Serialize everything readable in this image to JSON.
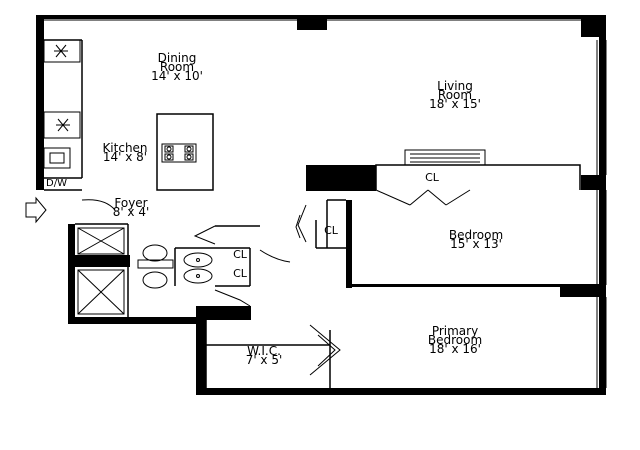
{
  "rooms": {
    "dining": {
      "name_1": "Dining",
      "name_2": "Room",
      "size": "14' x 10'"
    },
    "living": {
      "name_1": "Living",
      "name_2": "Room",
      "size": "18' x 15'"
    },
    "kitchen": {
      "name": "Kitchen",
      "size": "14' x 8'"
    },
    "foyer": {
      "name": "Foyer",
      "size": "8' x 4'"
    },
    "bedroom": {
      "name": "Bedroom",
      "size": "15' x 13'"
    },
    "primary": {
      "name_1": "Primary",
      "name_2": "Bedroom",
      "size": "18' x 16'"
    },
    "wic": {
      "name": "W.I.C.",
      "size": "7' x 5'"
    }
  },
  "closets": {
    "cl_bedroom": "CL",
    "cl_hall": "CL",
    "cl_bath_1": "CL",
    "cl_bath_2": "CL"
  },
  "fixtures": {
    "dw": "D/W"
  },
  "colors": {
    "wall": "#000000",
    "line": "#000000",
    "background": "#ffffff"
  }
}
